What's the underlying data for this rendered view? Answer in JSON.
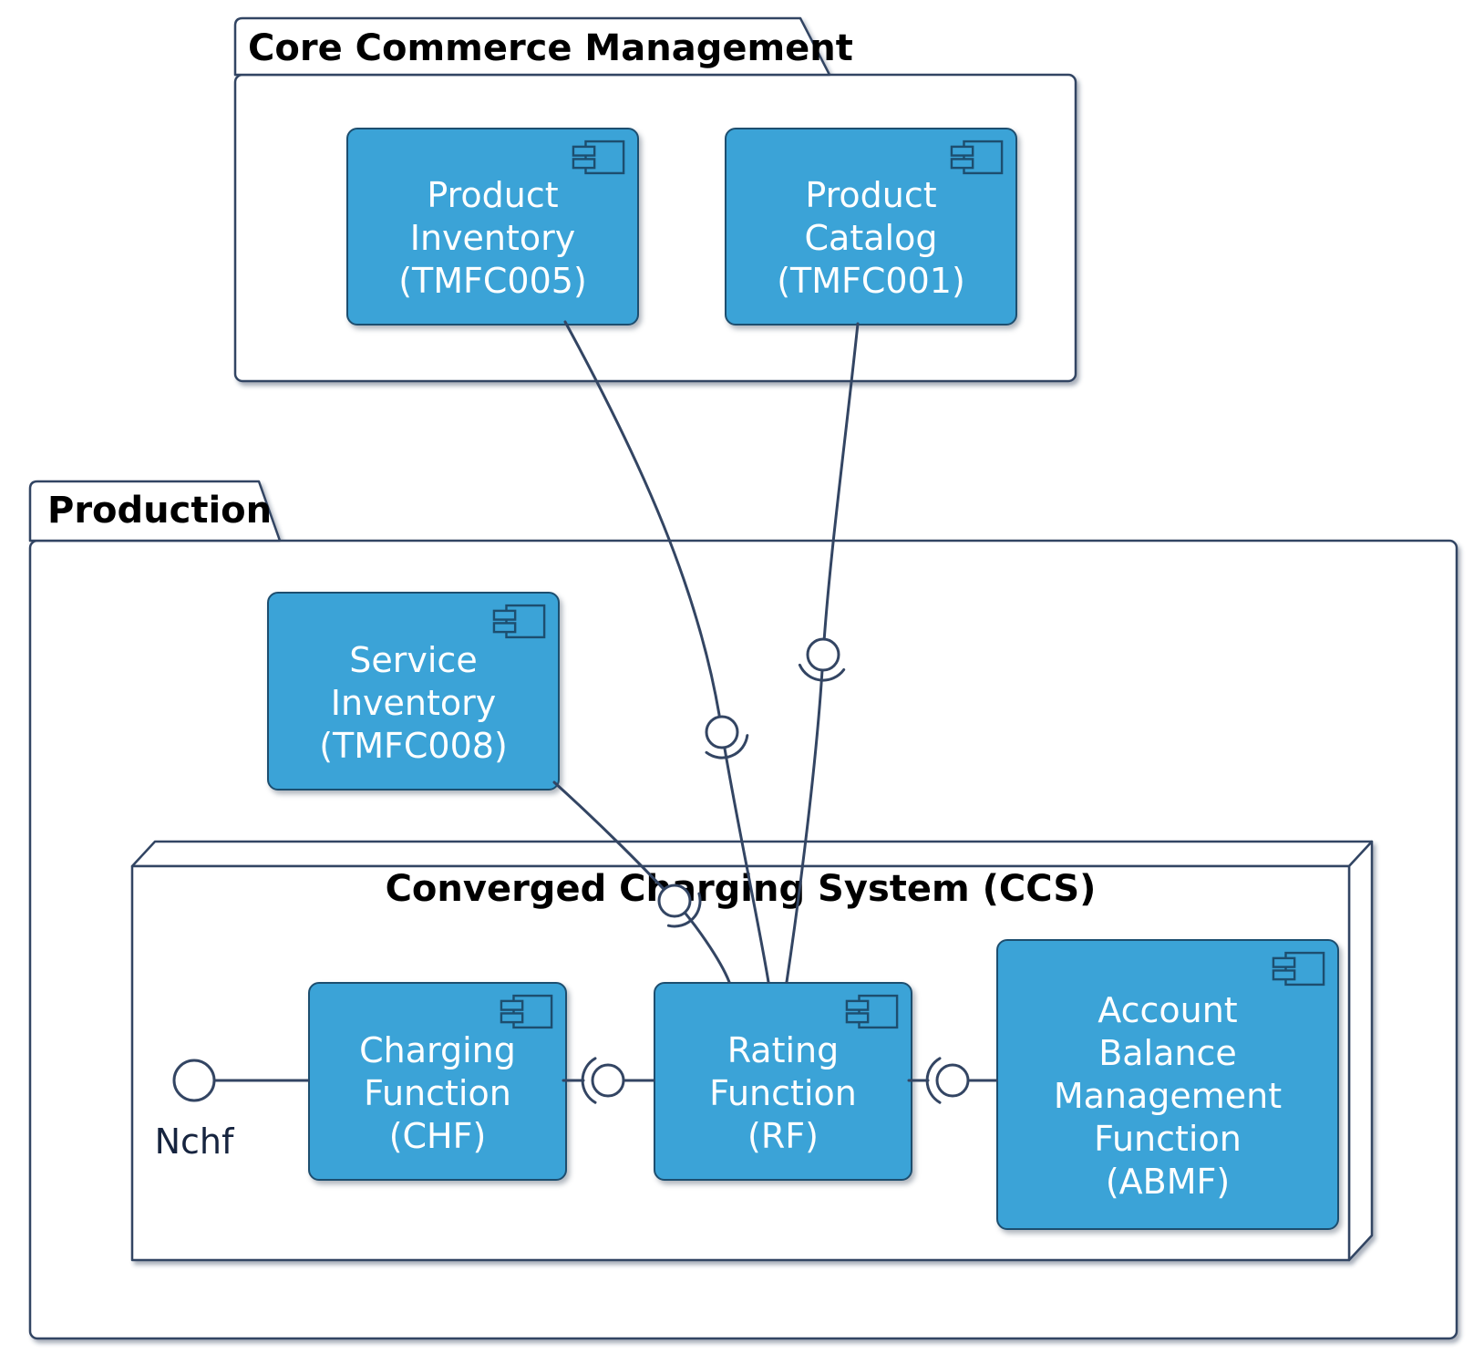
{
  "packages": {
    "core_commerce": {
      "title": "Core Commerce Management"
    },
    "production": {
      "title": "Production"
    }
  },
  "node": {
    "title": "Converged Charging System (CCS)"
  },
  "components": {
    "product_inventory": {
      "label": "Product\nInventory\n(TMFC005)"
    },
    "product_catalog": {
      "label": "Product\nCatalog\n(TMFC001)"
    },
    "service_inventory": {
      "label": "Service\nInventory\n(TMFC008)"
    },
    "charging_function": {
      "label": "Charging\nFunction\n(CHF)"
    },
    "rating_function": {
      "label": "Rating\nFunction\n(RF)"
    },
    "abmf": {
      "label": "Account\nBalance\nManagement\nFunction\n(ABMF)"
    }
  },
  "interfaces": {
    "nchf_label": "Nchf"
  },
  "icons": {
    "component": "uml-component-icon",
    "ball": "provided-interface-ball-icon",
    "socket": "required-interface-socket-icon"
  },
  "colors": {
    "background": "#FFFFFF",
    "component_fill": "#3BA3D7",
    "component_border": "#1D4E6F",
    "component_text": "#FFFFFF",
    "line": "#334563",
    "package_border": "#334563",
    "title_text": "#000000",
    "interface_label_text": "#16243F"
  }
}
